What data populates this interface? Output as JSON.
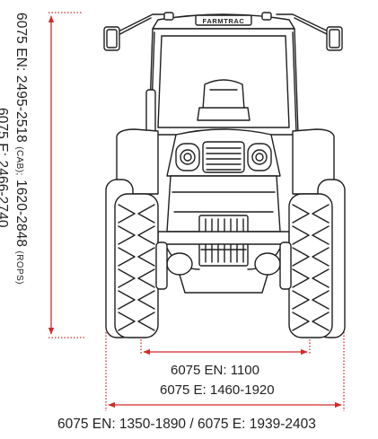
{
  "brand": "FARMTRAC",
  "colors": {
    "line": "#1f1f1f",
    "dimension": "#d42a2a",
    "text": "#222222"
  },
  "height_dims": {
    "line1_main": "6075 EN: 2495-2518 ",
    "line1_cab": "(CAB);",
    "line1_mid": " 1620-2848 ",
    "line1_rops": "(ROPS)",
    "line2": "6075 E: 2466-2740"
  },
  "track_dims": {
    "line1": "6075 EN: 1100",
    "line2": "6075 E: 1460-1920"
  },
  "width_dims": {
    "line1": "6075 EN: 1350-1890 / 6075 E: 1939-2403"
  }
}
